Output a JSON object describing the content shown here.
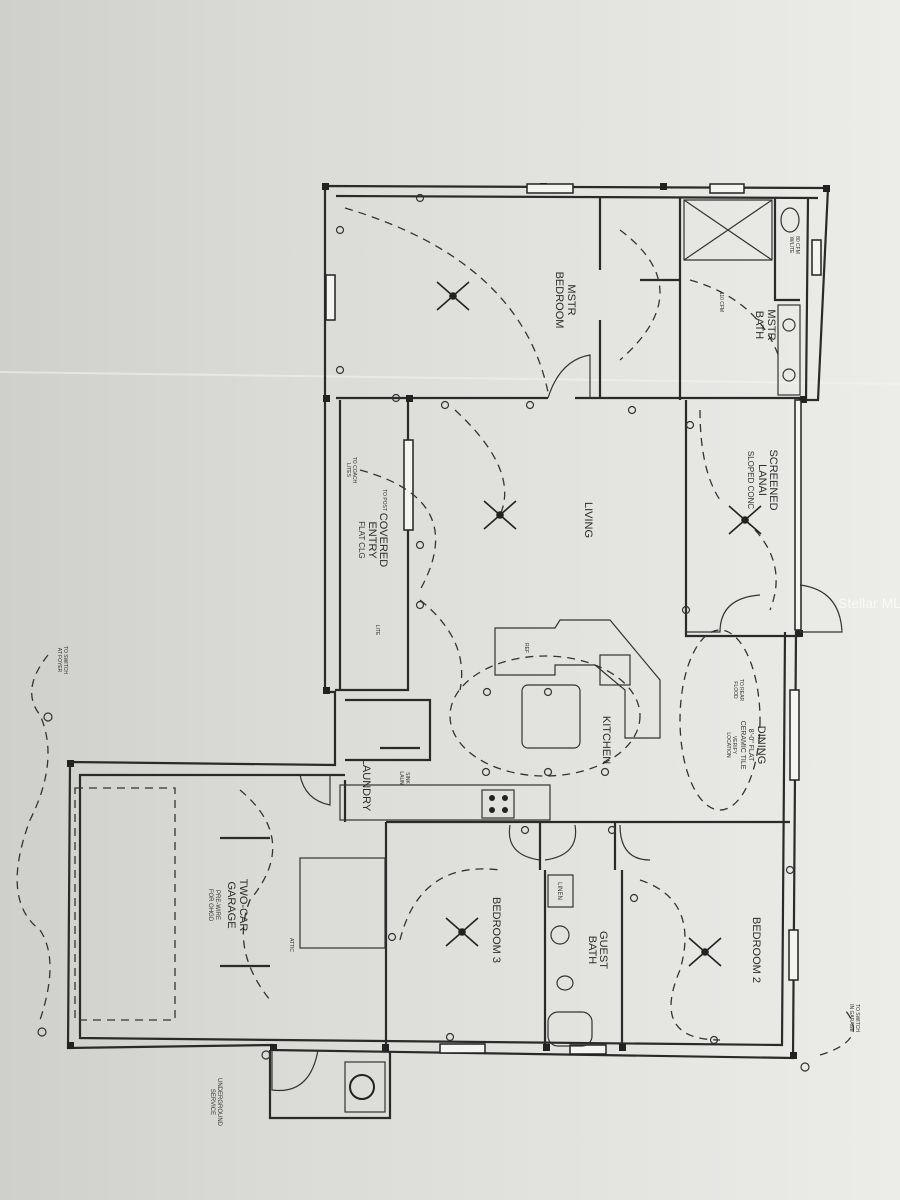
{
  "rooms": {
    "master_bedroom": [
      "MSTR",
      "BEDROOM"
    ],
    "master_bath": [
      "MSTR",
      "BATH"
    ],
    "living": "LIVING",
    "screened_lanai": [
      "SCREENED",
      "LANAI",
      "SLOPED CONC"
    ],
    "covered_entry": [
      "COVERED",
      "ENTRY",
      "FLAT CLG"
    ],
    "kitchen": "KITCHEN",
    "dining": [
      "DINING",
      "8'-0\" FLAT",
      "CERAMIC TILE"
    ],
    "laundry": "LAUNDRY",
    "garage": [
      "TWO-CAR",
      "GARAGE"
    ],
    "bedroom3": "BEDROOM 3",
    "bedroom2": "BEDROOM 2",
    "guest_bath": [
      "GUEST",
      "BATH"
    ],
    "linen": "LINEN"
  },
  "notes": {
    "pre_wire": [
      "PRE-WIRE",
      "FOR OHGD"
    ],
    "underground_service": [
      "UNDERGROUND",
      "SERVICE"
    ],
    "verify_location": [
      "VERIFY",
      "LOCATION"
    ],
    "sink_laun": [
      "SINK",
      "LAUN"
    ],
    "fan_110": "110 CFM",
    "fan_80": [
      "80 CFM",
      "W/LITE"
    ],
    "coach_lites": [
      "TO COACH",
      "LITES"
    ],
    "to_post": "TO POST",
    "rear_flood": [
      "TO REAR",
      "FLOOD"
    ],
    "switch_foyer": [
      "TO SWITCH",
      "AT FOYER"
    ],
    "switch_garage": [
      "TO SWITCH",
      "IN GARAGE"
    ],
    "attic": "ATTIC",
    "ref": "REF",
    "lite": "LITE"
  },
  "watermark": "Stellar MLS"
}
